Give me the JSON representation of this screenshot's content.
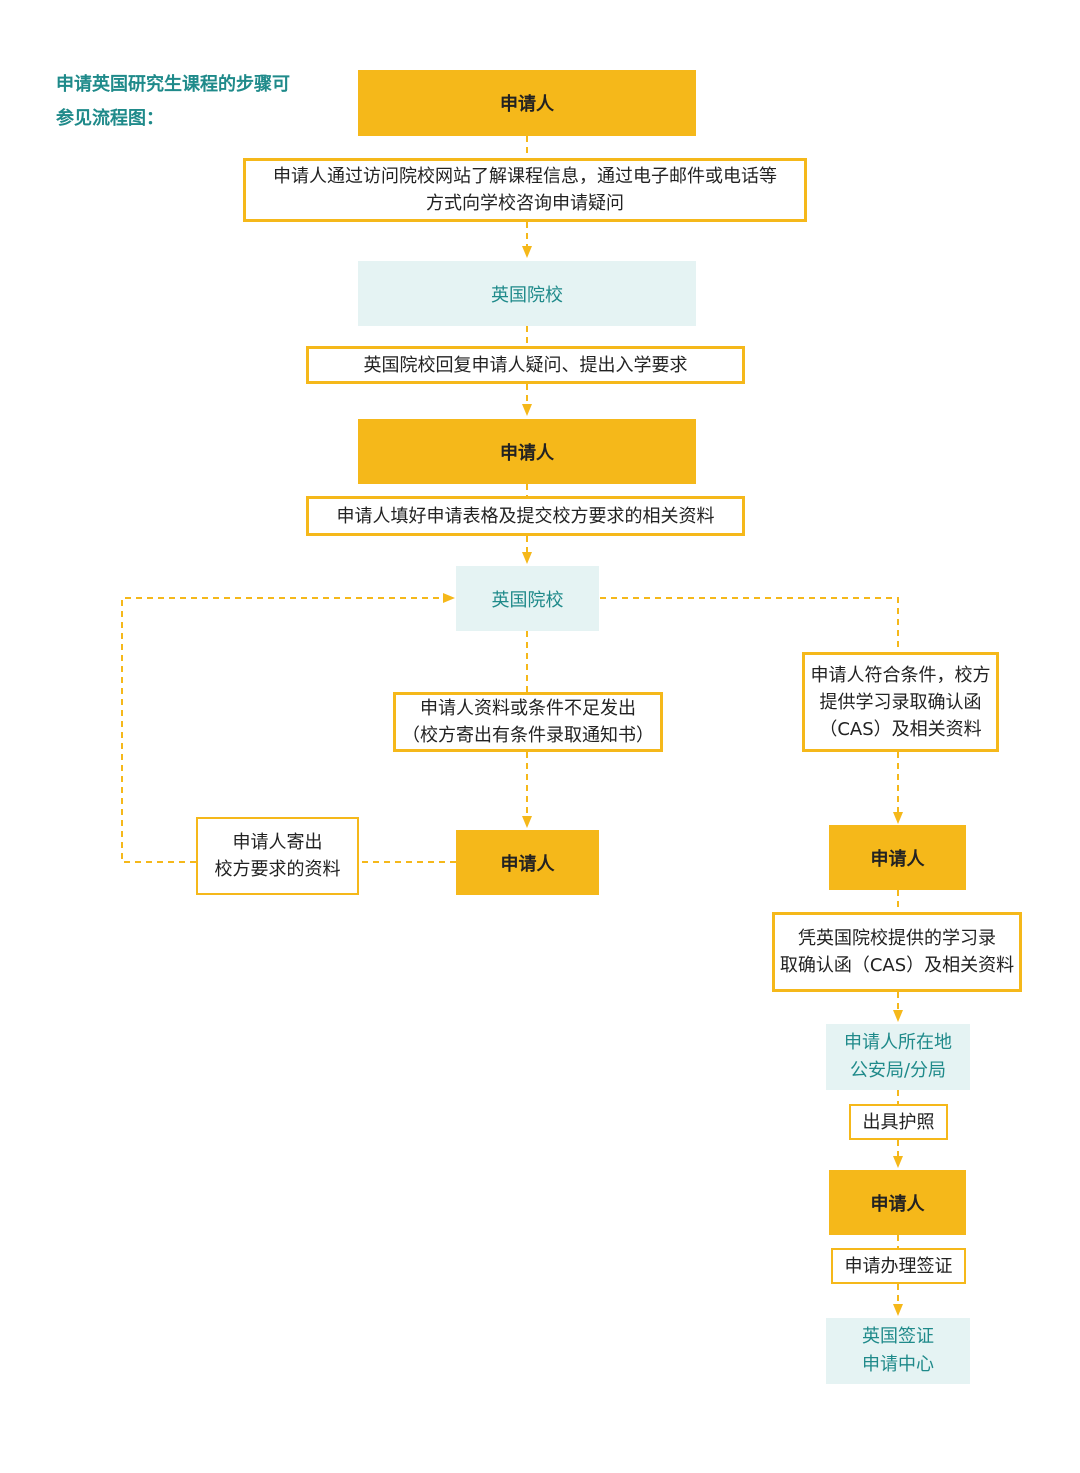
{
  "intro": {
    "line1": "申请英国研究生课程的步骤可",
    "line2": "参见流程图："
  },
  "colors": {
    "actor": "#f5b81a",
    "institution_bg": "#e5f3f3",
    "institution_text": "#1f8a8a",
    "connector": "#f5b81a"
  },
  "flow": {
    "applicant_1": "申请人",
    "step_enquire": {
      "line1": "申请人通过访问院校网站了解课程信息，通过电子邮件或电话等",
      "line2": "方式向学校咨询申请疑问"
    },
    "uk_institution_1": "英国院校",
    "step_reply": "英国院校回复申请人疑问、提出入学要求",
    "applicant_2": "申请人",
    "step_apply": "申请人填好申请表格及提交校方要求的相关资料",
    "uk_institution_2": "英国院校",
    "step_conditional": {
      "line1": "申请人资料或条件不足发出",
      "line2": "（校方寄出有条件录取通知书）"
    },
    "applicant_3": "申请人",
    "step_send_docs": {
      "line1": "申请人寄出",
      "line2": "校方要求的资料"
    },
    "step_cas": {
      "line1": "申请人符合条件，校方",
      "line2": "提供学习录取确认函",
      "line3": "（CAS）及相关资料"
    },
    "applicant_4": "申请人",
    "step_with_cas": {
      "line1": "凭英国院校提供的学习录",
      "line2": "取确认函（CAS）及相关资料"
    },
    "police": {
      "line1": "申请人所在地",
      "line2": "公安局/分局"
    },
    "step_passport": "出具护照",
    "applicant_5": "申请人",
    "step_visa": "申请办理签证",
    "visa_centre": {
      "line1": "英国签证",
      "line2": "申请中心"
    }
  }
}
